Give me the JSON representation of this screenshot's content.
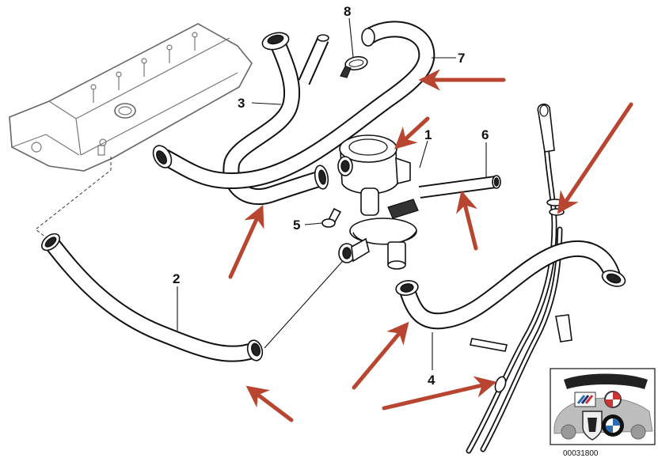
{
  "callouts": {
    "part1": "1",
    "part2": "2",
    "part3": "3",
    "part4": "4",
    "part5": "5",
    "part6": "6",
    "part7": "7",
    "part8": "8"
  },
  "diagram_number": "00031800",
  "colors": {
    "arrow": "#b8452f",
    "ink": "#111111",
    "cover_outline": "#666666"
  }
}
